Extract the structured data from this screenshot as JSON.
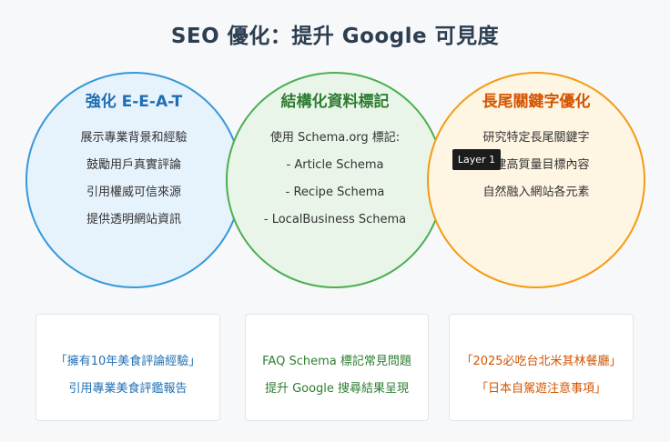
{
  "title": "SEO 優化：提升 Google 可見度",
  "circles": [
    {
      "title": "強化 E-E-A-T",
      "lines": [
        "展示專業背景和經驗",
        "鼓勵用戶真實評論",
        "引用權威可信來源",
        "提供透明網站資訊"
      ]
    },
    {
      "title": "結構化資料標記",
      "lines": [
        "使用 Schema.org 標記:",
        "- Article Schema",
        "- Recipe Schema",
        "- LocalBusiness Schema"
      ]
    },
    {
      "title": "長尾關鍵字優化",
      "lines": [
        "研究特定長尾關鍵字",
        "創建高質量目標內容",
        "自然融入網站各元素"
      ]
    }
  ],
  "tooltip": "Layer 1",
  "cards": [
    {
      "lines": [
        "「擁有10年美食評論經驗」",
        "引用專業美食評鑑報告"
      ]
    },
    {
      "lines": [
        "FAQ Schema 標記常見問題",
        "提升 Google 搜尋結果呈現"
      ]
    },
    {
      "lines": [
        "「2025必吃台北米其林餐廳」",
        "「日本自駕遊注意事項」"
      ]
    }
  ],
  "colors": {
    "blue": "#3498db",
    "green": "#4caf50",
    "orange": "#f39c12"
  }
}
